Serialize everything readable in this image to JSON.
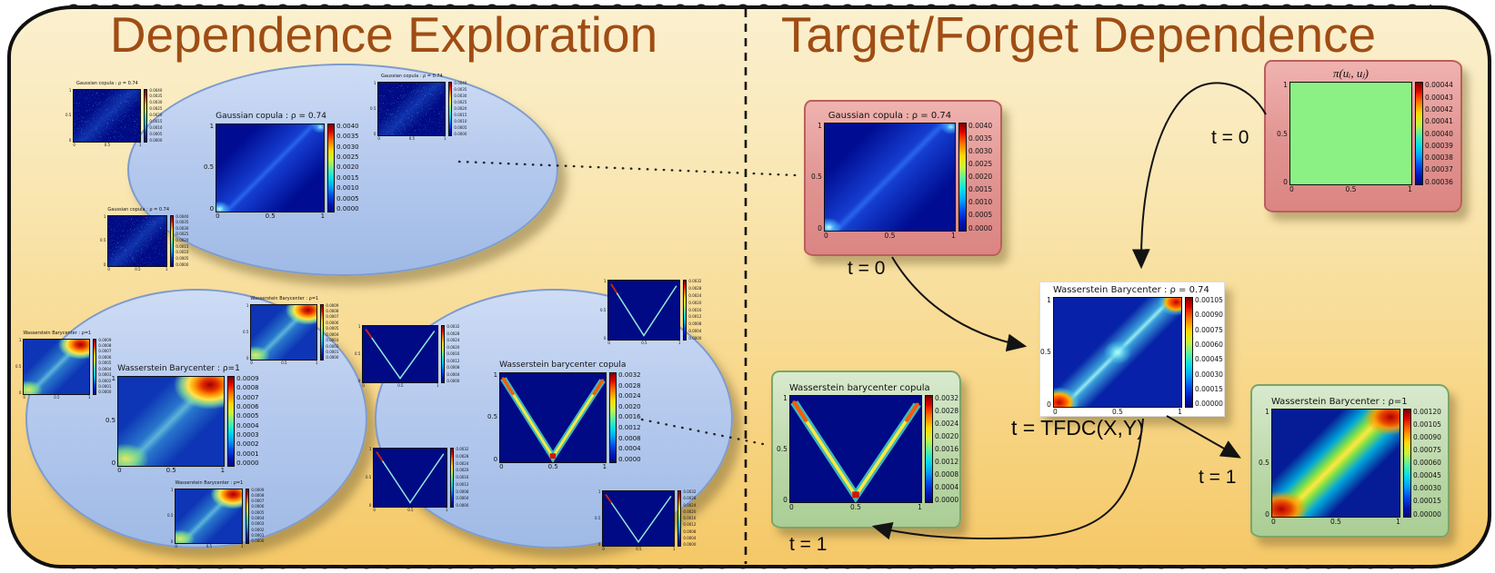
{
  "header": {
    "left_title": "Dependence Exploration",
    "right_title": "Target/Forget Dependence",
    "title_color": "#9f4d14"
  },
  "colors": {
    "background_top": "#fbf0cf",
    "background_bottom": "#f5c867",
    "ellipse_fill": "#b6caee",
    "red_frame": "#e09390",
    "green_frame": "#bcd8a9",
    "heatmap_navy": "#000a85"
  },
  "shared": {
    "axis_y": [
      "1",
      "0.5",
      "0"
    ],
    "axis_x": [
      "0",
      "0.5",
      "1"
    ],
    "gauss_cb": [
      "0.0040",
      "0.0035",
      "0.0030",
      "0.0025",
      "0.0020",
      "0.0015",
      "0.0010",
      "0.0005",
      "0.0000"
    ],
    "wb1_cb": [
      "0.0009",
      "0.0008",
      "0.0007",
      "0.0006",
      "0.0005",
      "0.0004",
      "0.0003",
      "0.0002",
      "0.0001",
      "0.0000"
    ],
    "vcop_cb": [
      "0.0032",
      "0.0028",
      "0.0024",
      "0.0020",
      "0.0016",
      "0.0012",
      "0.0008",
      "0.0004",
      "0.0000"
    ],
    "pi_cb": [
      "0.00044",
      "0.00043",
      "0.00042",
      "0.00041",
      "0.00040",
      "0.00039",
      "0.00038",
      "0.00037",
      "0.00036"
    ],
    "tfdc_cb": [
      "0.00105",
      "0.00090",
      "0.00075",
      "0.00060",
      "0.00045",
      "0.00030",
      "0.00015",
      "0.00000"
    ],
    "wbr_cb": [
      "0.00120",
      "0.00105",
      "0.00090",
      "0.00075",
      "0.00060",
      "0.00045",
      "0.00030",
      "0.00015",
      "0.00000"
    ]
  },
  "left": {
    "e1": {
      "main": {
        "title": "Gaussian copula : ρ = 0.74"
      },
      "thumb_title": "Gaussian copula : ρ = 0.74"
    },
    "e2": {
      "main": {
        "title": "Wasserstein Barycenter : ρ=1"
      },
      "thumb_title": "Wasserstein Barycenter : ρ=1"
    },
    "e3": {
      "main": {
        "title": "Wasserstein barycenter copula"
      }
    }
  },
  "right": {
    "gauss": {
      "title": "Gaussian copula : ρ = 0.74",
      "label": "t = 0"
    },
    "pi": {
      "title": "π(uᵢ, uⱼ)",
      "label": "t = 0"
    },
    "tfdc": {
      "title": "Wasserstein Barycenter : ρ = 0.74",
      "label": "t = TFDC(X,Y)"
    },
    "vcop": {
      "title": "Wasserstein barycenter copula",
      "label": "t = 1"
    },
    "wbr": {
      "title": "Wasserstein Barycenter : ρ=1",
      "label": "t = 1"
    }
  }
}
